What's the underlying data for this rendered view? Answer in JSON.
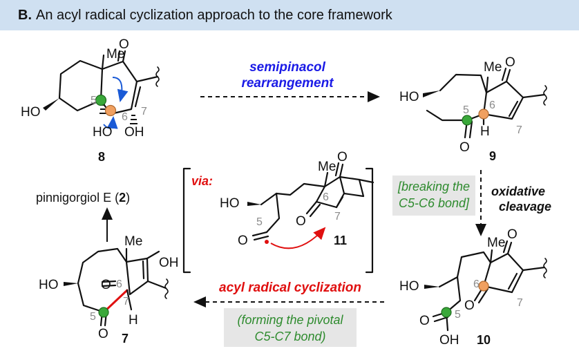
{
  "header": {
    "label": "B.",
    "title": "An acyl radical cyclization approach to the core framework"
  },
  "colors": {
    "header_bg": "#cfe0f1",
    "green_atom": "#3aa83a",
    "orange_atom": "#f0a060",
    "blue_text": "#1a1ae6",
    "red_text": "#e01010",
    "green_text": "#2e8b2e",
    "gray_box": "#e6e6e6"
  },
  "compounds": {
    "c8": "8",
    "c9": "9",
    "c10": "10",
    "c11": "11",
    "c7": "7"
  },
  "atoms": {
    "me": "Me",
    "o": "O",
    "ho": "HO",
    "oh": "OH",
    "h": "H"
  },
  "numbers": {
    "n5": "5",
    "n6": "6",
    "n7": "7"
  },
  "steps": {
    "semipinacol_line1": "semipinacol",
    "semipinacol_line2": "rearrangement",
    "oxidative_line1": "oxidative",
    "oxidative_line2": "cleavage",
    "breaking_line1": "[breaking the",
    "breaking_line2": "C5-C6 bond]",
    "acyl": "acyl radical cyclization",
    "forming_line1": "(forming the pivotal",
    "forming_line2": "C5-C7 bond)",
    "via": "via:"
  },
  "product": {
    "name": "pinnigorgiol E (",
    "number": "2",
    "close": ")"
  }
}
